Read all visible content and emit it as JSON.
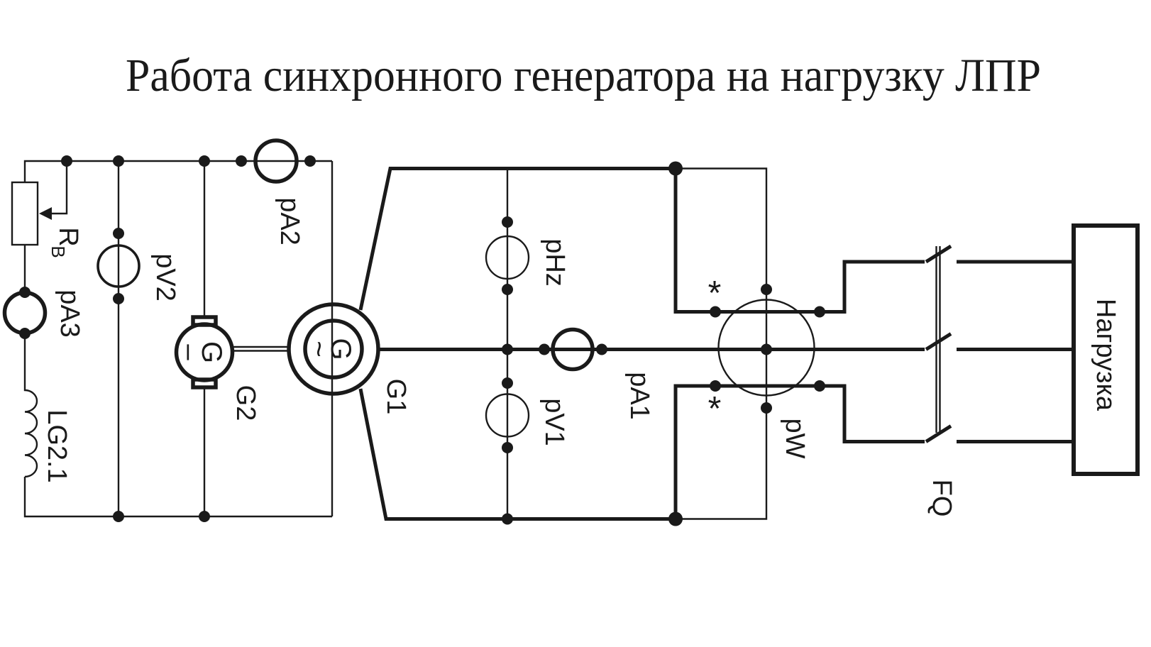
{
  "title": "Работа синхронного генератора на нагрузку ЛПР",
  "colors": {
    "line": "#1a1a1a",
    "background": "#ffffff"
  },
  "components": {
    "rheostat": {
      "label_main": "R",
      "label_sub": "В"
    },
    "ammeter3": {
      "label": "pA3"
    },
    "inductor": {
      "label": "LG2.1"
    },
    "voltmeter2": {
      "label": "pV2"
    },
    "ammeter2": {
      "label": "pA2"
    },
    "exciter": {
      "label": "G2",
      "inner_letter": "G",
      "inner_sign": "–"
    },
    "generator": {
      "label": "G1",
      "inner_letter": "G",
      "inner_sign": "~"
    },
    "freqmeter": {
      "label": "pHz"
    },
    "voltmeter1": {
      "label": "pV1"
    },
    "ammeter1": {
      "label": "pA1"
    },
    "wattmeter": {
      "label": "pW",
      "polarity_mark_top": "*",
      "polarity_mark_bottom": "*"
    },
    "switch": {
      "label": "FQ"
    },
    "load": {
      "label": "Нагрузка"
    }
  }
}
